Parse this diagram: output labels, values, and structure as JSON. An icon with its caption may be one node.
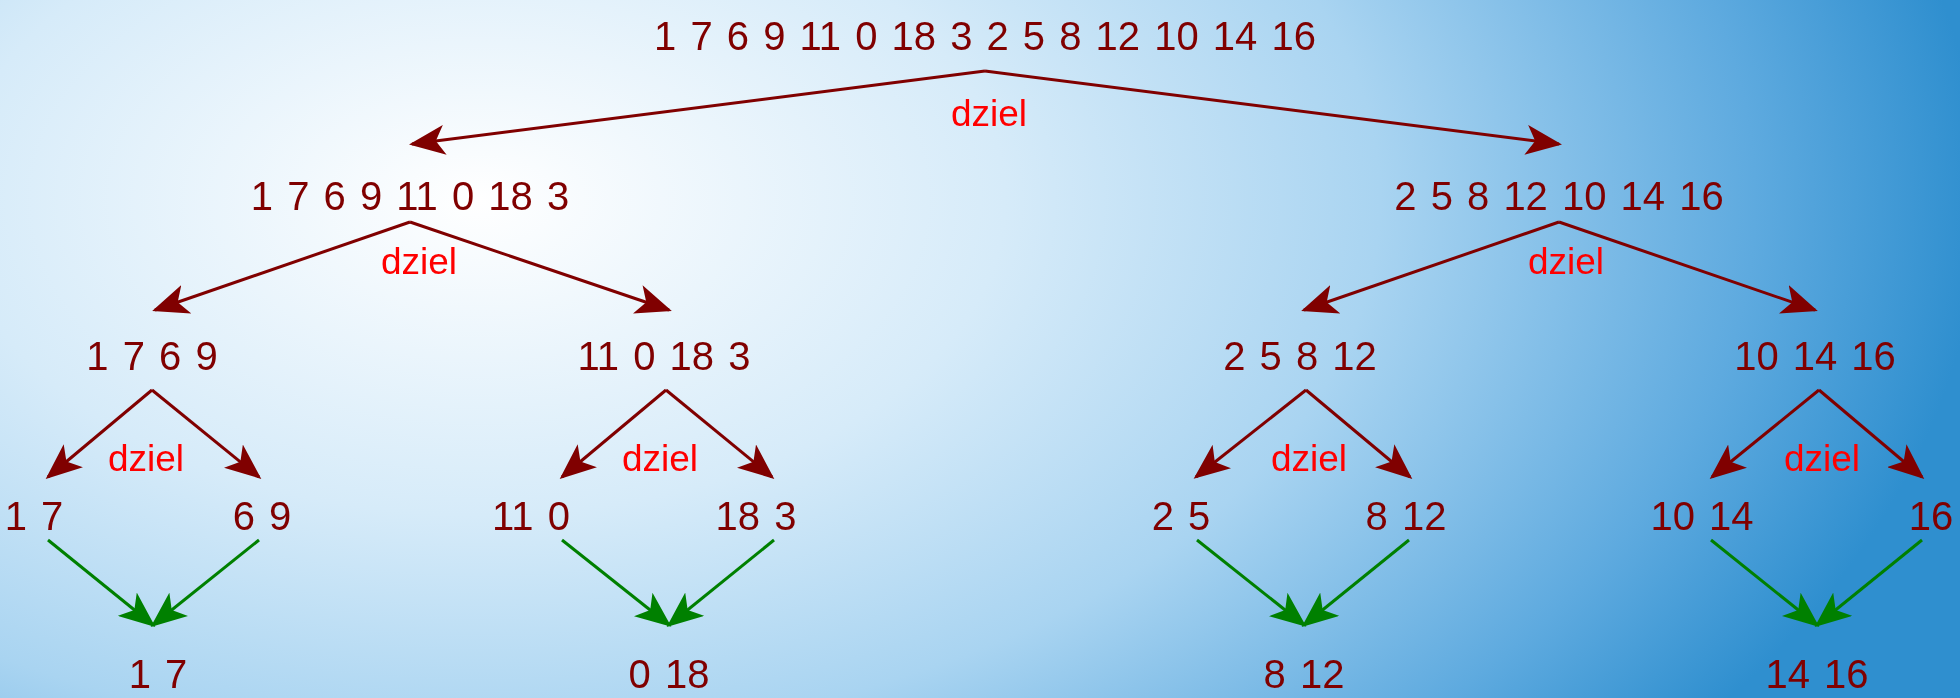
{
  "diagram": {
    "nodes": [
      {
        "text": [
          "1 7 6 9 11 0 18 3 2 5 8 12 10 14 16"
        ]
      },
      {
        "text": [
          "1 7 6 9 11 0 18 3"
        ]
      },
      {
        "text": [
          "2 5 8 12 10 14 16"
        ]
      },
      {
        "text": [
          "1 7 6 9"
        ]
      },
      {
        "text": [
          "11 0 18 3"
        ]
      },
      {
        "text": [
          "2 5 8 12"
        ]
      },
      {
        "text": [
          "10 14 16"
        ]
      },
      {
        "text": [
          "1 7"
        ]
      },
      {
        "text": [
          "6 9"
        ]
      },
      {
        "text": [
          "11 0"
        ]
      },
      {
        "text": [
          "18 3"
        ]
      },
      {
        "text": [
          "2 5"
        ]
      },
      {
        "text": [
          "8 12"
        ]
      },
      {
        "text": [
          "10 14"
        ]
      },
      {
        "text": [
          "16"
        ]
      },
      {
        "text": [
          "1 7"
        ]
      },
      {
        "text": [
          "0 18"
        ]
      },
      {
        "text": [
          "8 12"
        ]
      },
      {
        "text": [
          "14 16"
        ]
      }
    ],
    "edges": [
      {
        "from": 0,
        "to": 1,
        "arrow": "to"
      },
      {
        "from": 0,
        "to": 2,
        "arrow": "to"
      },
      {
        "from": 1,
        "to": 3,
        "arrow": "to"
      },
      {
        "from": 1,
        "to": 4,
        "arrow": "to"
      },
      {
        "from": 2,
        "to": 5,
        "arrow": "to"
      },
      {
        "from": 2,
        "to": 6,
        "arrow": "to"
      },
      {
        "from": 3,
        "to": 7,
        "arrow": "to"
      },
      {
        "from": 3,
        "to": 8,
        "arrow": "to"
      },
      {
        "from": 4,
        "to": 9,
        "arrow": "to"
      },
      {
        "from": 4,
        "to": 10,
        "arrow": "to"
      },
      {
        "from": 5,
        "to": 11,
        "arrow": "to"
      },
      {
        "from": 5,
        "to": 12,
        "arrow": "to"
      },
      {
        "from": 6,
        "to": 13,
        "arrow": "to"
      },
      {
        "from": 6,
        "to": 14,
        "arrow": "to"
      },
      {
        "from": 7,
        "to": 15,
        "arrow": "to",
        "color": "#008000"
      },
      {
        "from": 8,
        "to": 15,
        "arrow": "to",
        "color": "#008000"
      },
      {
        "from": 9,
        "to": 16,
        "arrow": "to",
        "color": "#008000"
      },
      {
        "from": 10,
        "to": 16,
        "arrow": "to",
        "color": "#008000"
      },
      {
        "from": 11,
        "to": 17,
        "arrow": "to",
        "color": "#008000"
      },
      {
        "from": 12,
        "to": 17,
        "arrow": "to",
        "color": "#008000"
      },
      {
        "from": 13,
        "to": 18,
        "arrow": "to",
        "color": "#008000"
      },
      {
        "from": 14,
        "to": 18,
        "arrow": "to",
        "color": "#008000"
      }
    ],
    "labels": [
      "dziel",
      "dziel",
      "dziel",
      "dziel",
      "dziel",
      "dziel",
      "dziel"
    ]
  }
}
